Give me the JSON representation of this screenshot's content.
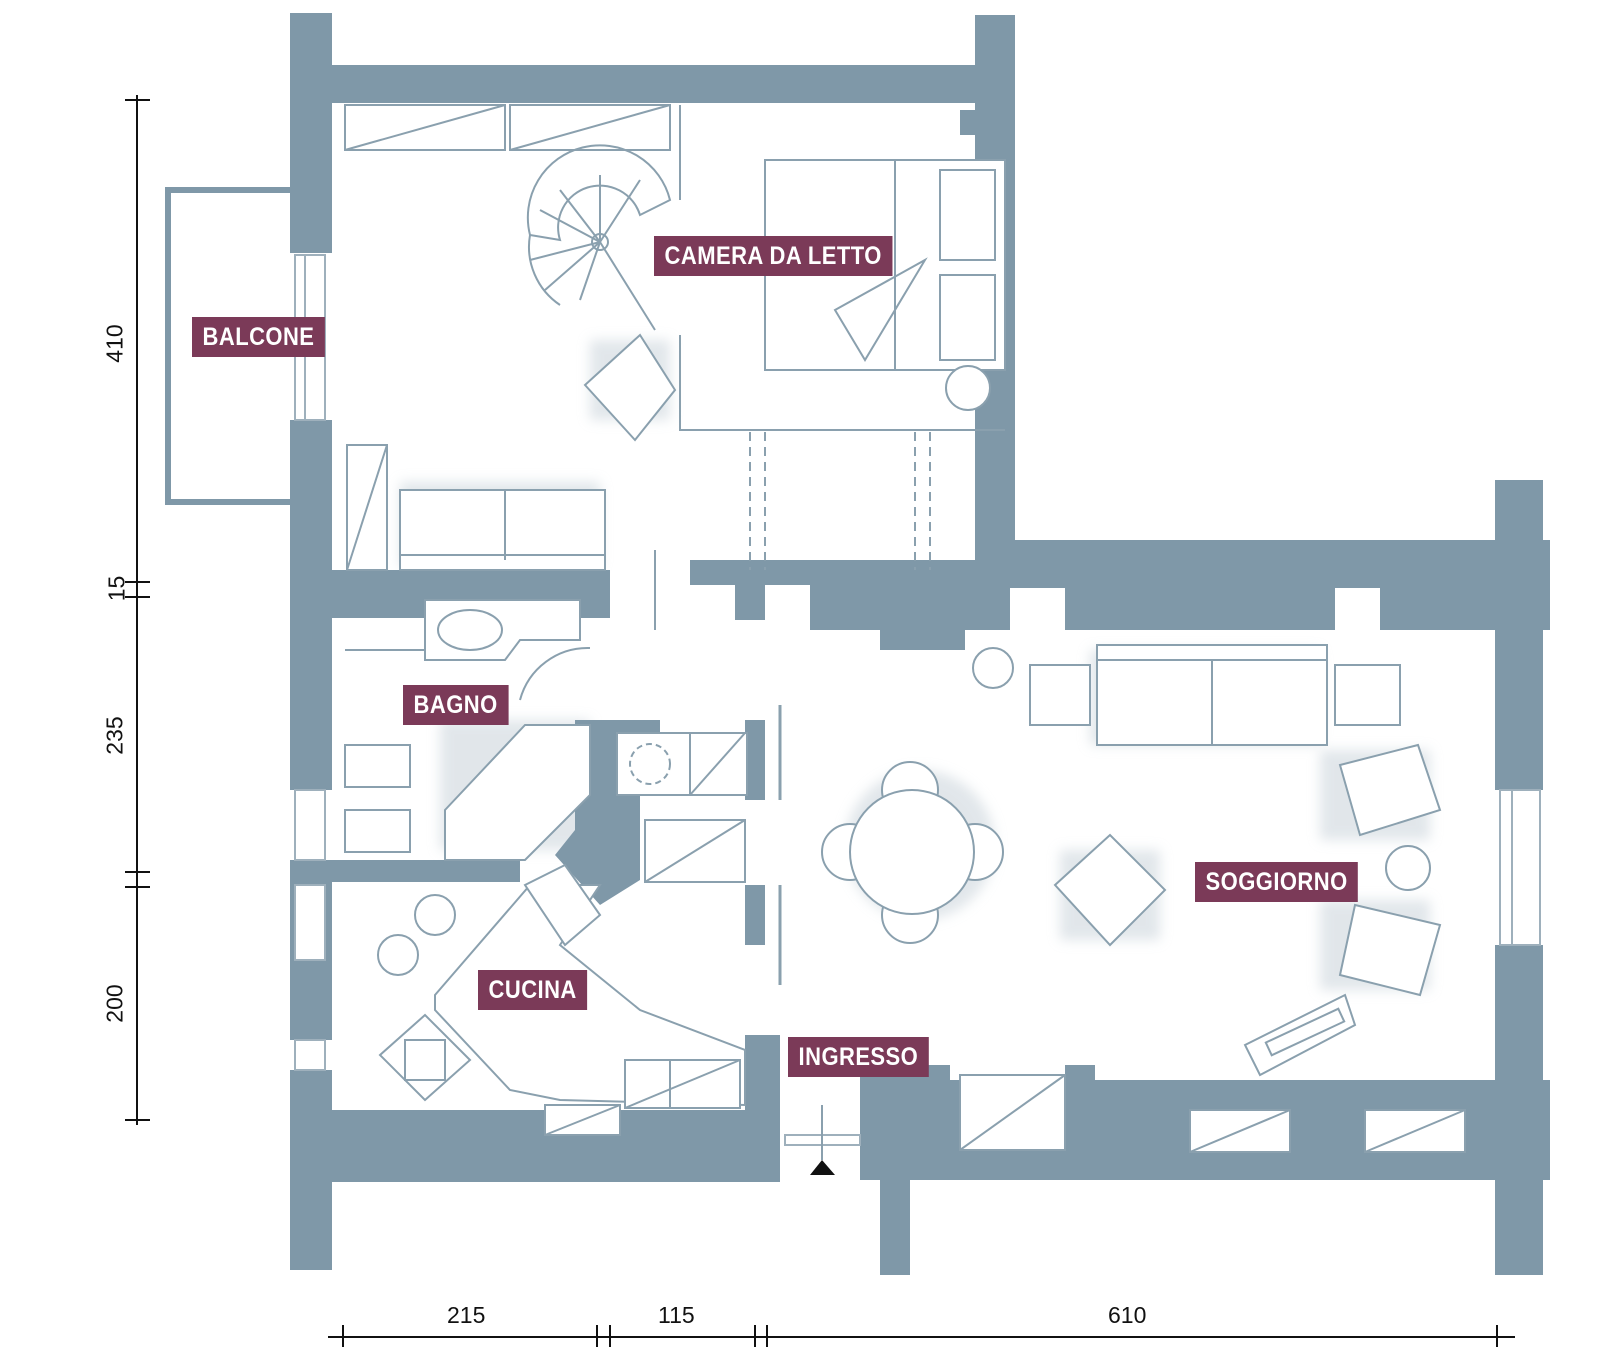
{
  "rooms": {
    "camera": "CAMERA DA LETTO",
    "balcone": "BALCONE",
    "bagno": "BAGNO",
    "soggiorno": "SOGGIORNO",
    "cucina": "CUCINA",
    "ingresso": "INGRESSO"
  },
  "dimensions": {
    "vertical": [
      "410",
      "15",
      "235",
      "200"
    ],
    "horizontal": [
      "215",
      "115",
      "610"
    ]
  },
  "colors": {
    "wall": "#7f98a8",
    "label_bg": "#7b3a58",
    "label_text": "#ffffff",
    "furniture_line": "#8aa0ae",
    "floor": "#ffffff"
  },
  "icons": [
    "spiral-staircase-icon",
    "entrance-arrow-icon"
  ]
}
